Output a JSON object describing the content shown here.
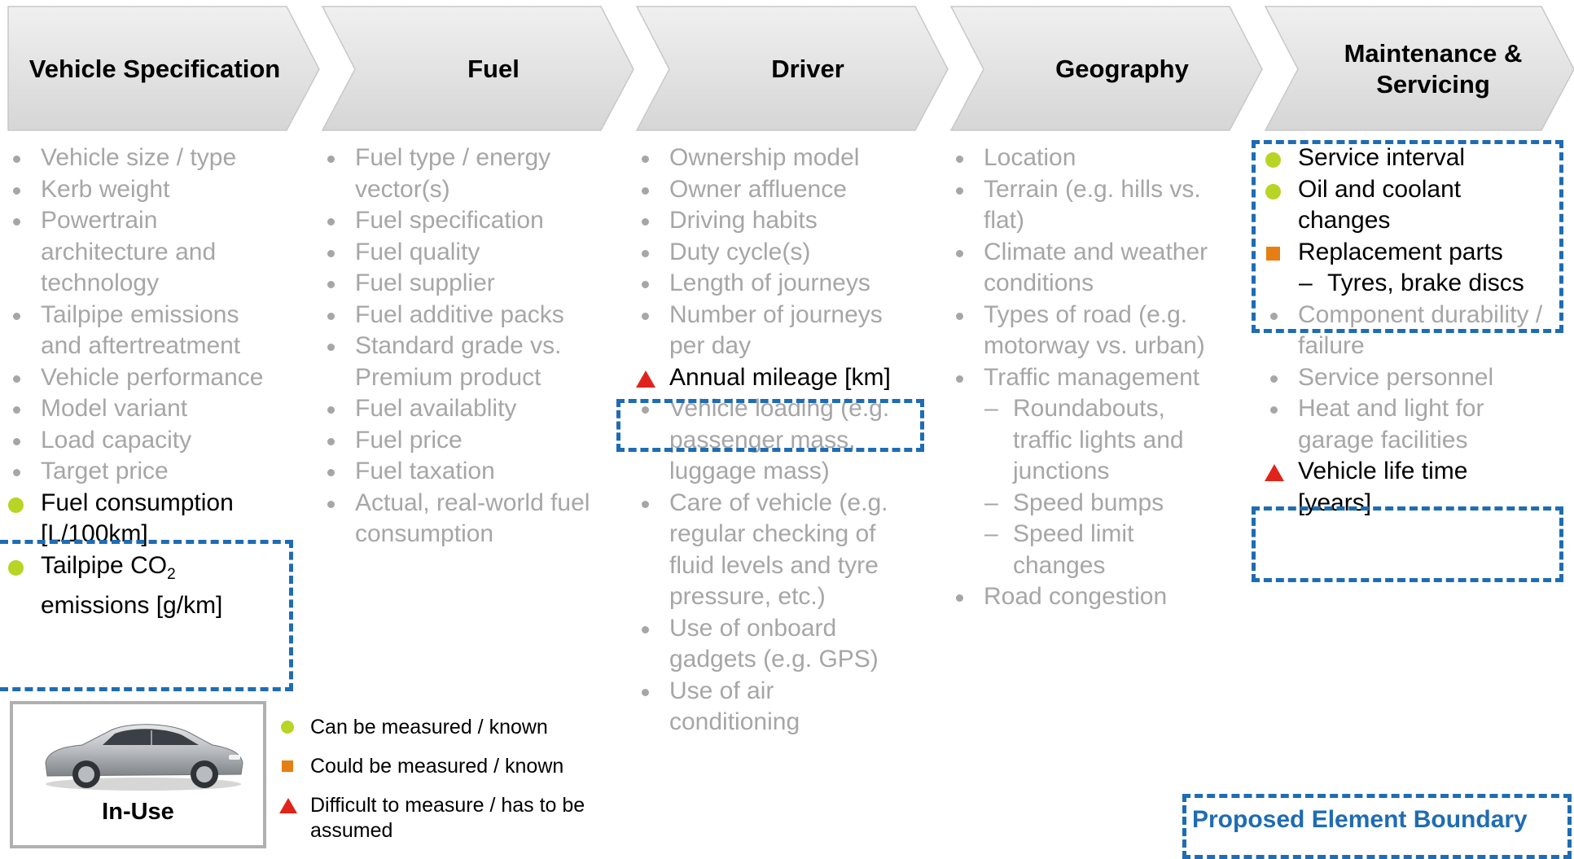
{
  "headers": {
    "vehicle": "Vehicle Specification",
    "fuel": "Fuel",
    "driver": "Driver",
    "geography": "Geography",
    "maintenance": "Maintenance & Servicing"
  },
  "vehicle_col": {
    "items": [
      "Vehicle size / type",
      "Kerb weight",
      "Powertrain architecture and technology",
      "Tailpipe emissions and aftertreatment",
      "Vehicle performance",
      "Model variant",
      "Load capacity",
      "Target price"
    ],
    "boxed": [
      "Fuel consumption [L/100km]",
      "Tailpipe CO",
      "2",
      " emissions [g/km]"
    ]
  },
  "fuel_col": {
    "items": [
      "Fuel type / energy vector(s)",
      "Fuel specification",
      "Fuel quality",
      "Fuel supplier",
      "Fuel additive packs",
      "Standard grade vs. Premium product",
      "Fuel availablity",
      "Fuel price",
      "Fuel taxation",
      "Actual, real-world fuel consumption"
    ]
  },
  "driver_col": {
    "items_top": [
      "Ownership model",
      "Owner affluence",
      "Driving habits",
      "Duty cycle(s)",
      "Length of journeys",
      "Number of journeys per day"
    ],
    "boxed": "Annual mileage [km]",
    "items_bottom": [
      "Vehicle loading (e.g. passenger mass, luggage mass)",
      "Care of vehicle (e.g. regular checking of fluid levels and tyre pressure, etc.)",
      "Use of onboard gadgets (e.g. GPS)",
      "Use of air conditioning"
    ]
  },
  "geography_col": {
    "items_a": [
      "Location",
      "Terrain (e.g. hills vs. flat)",
      "Climate and weather conditions",
      "Types of road (e.g. motorway vs. urban)",
      "Traffic management"
    ],
    "subs": [
      "Roundabouts, traffic lights and junctions",
      "Speed bumps",
      "Speed limit changes"
    ],
    "items_b": [
      "Road congestion"
    ]
  },
  "maint_col": {
    "boxed": [
      "Service interval",
      "Oil and coolant changes",
      "Replacement parts"
    ],
    "boxed_sub": "Tyres, brake discs",
    "items": [
      "Component durability / failure",
      "Service personnel",
      "Heat and light for garage facilities"
    ],
    "boxed2": "Vehicle life time [years]"
  },
  "legend": {
    "green": "Can be measured / known",
    "orange": "Could be measured / known",
    "red": "Difficult to measure / has to be assumed"
  },
  "car_label": "In-Use",
  "boundary_label": "Proposed Element Boundary",
  "colors": {
    "chevron": "#d9d9d9",
    "boundary": "#1f6cb3",
    "green": "#b8d425",
    "orange": "#e67e14",
    "red": "#e0241b",
    "muted_text": "#a6a6a6"
  }
}
